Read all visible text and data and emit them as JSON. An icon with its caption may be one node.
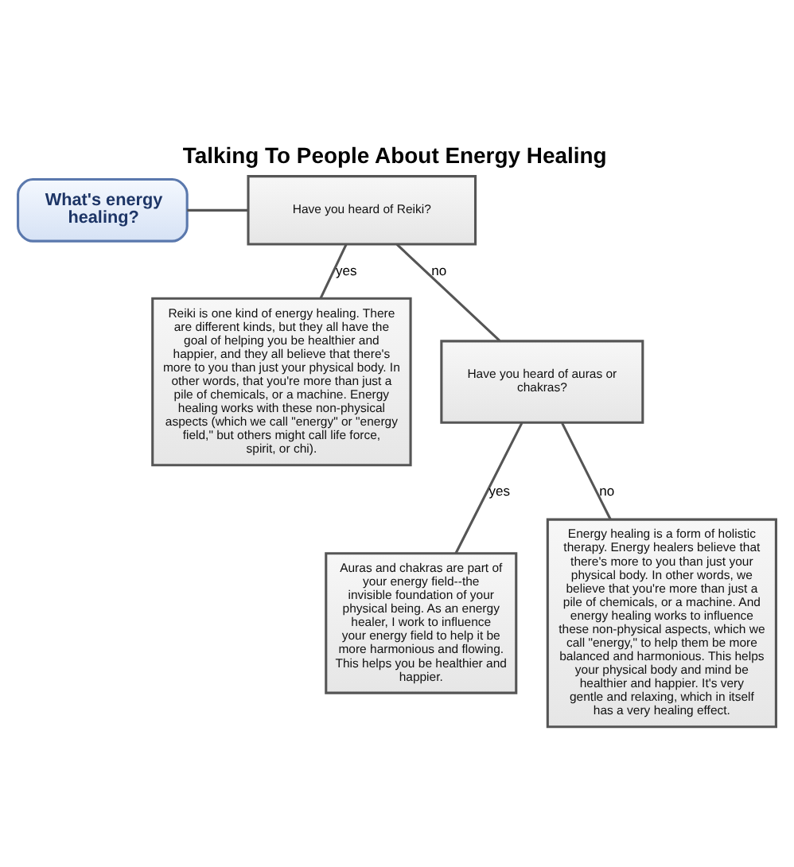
{
  "diagram": {
    "title": "Talking To People About Energy Healing",
    "nodes": [
      {
        "text": [
          "What's energy healing?"
        ]
      },
      {
        "text": [
          "Have you heard of Reiki?"
        ]
      },
      {
        "text": [
          "Reiki is one kind of energy healing. There are different kinds, but they all have the goal of helping you be healthier and happier, and they all believe that there's more to you than just your physical body. In other words, that you're more than just a pile of chemicals, or a machine. Energy healing works with these non-physical aspects (which we call \"energy\" or \"energy field,\" but others might call life force, spirit, or chi)."
        ]
      },
      {
        "text": [
          "Have you heard of auras or chakras?"
        ]
      },
      {
        "text": [
          "Auras and chakras are part of your energy field--the invisible foundation of your physical being. As an energy healer, I work to influence your energy field to help it be more harmonious and flowing. This helps you be healthier and happier."
        ]
      },
      {
        "text": [
          "Energy healing is a form of holistic therapy. Energy healers believe that there's more to you than just your physical body. In other words, we believe that you're more than just a pile of chemicals, or a machine. And energy healing works to influence these non-physical aspects, which we call \"energy,\" to help them be more balanced and harmonious. This helps your physical body and mind be healthier and happier. It's very gentle and relaxing, which in itself has a very healing effect."
        ]
      }
    ],
    "edges": [
      {
        "from": 0,
        "to": 1,
        "arrow": "none"
      },
      {
        "from": 1,
        "to": 2,
        "arrow": "none",
        "label": "yes"
      },
      {
        "from": 1,
        "to": 3,
        "arrow": "none",
        "label": "no"
      },
      {
        "from": 3,
        "to": 4,
        "arrow": "none",
        "label": "yes"
      },
      {
        "from": 3,
        "to": 5,
        "arrow": "none",
        "label": "no"
      }
    ]
  }
}
